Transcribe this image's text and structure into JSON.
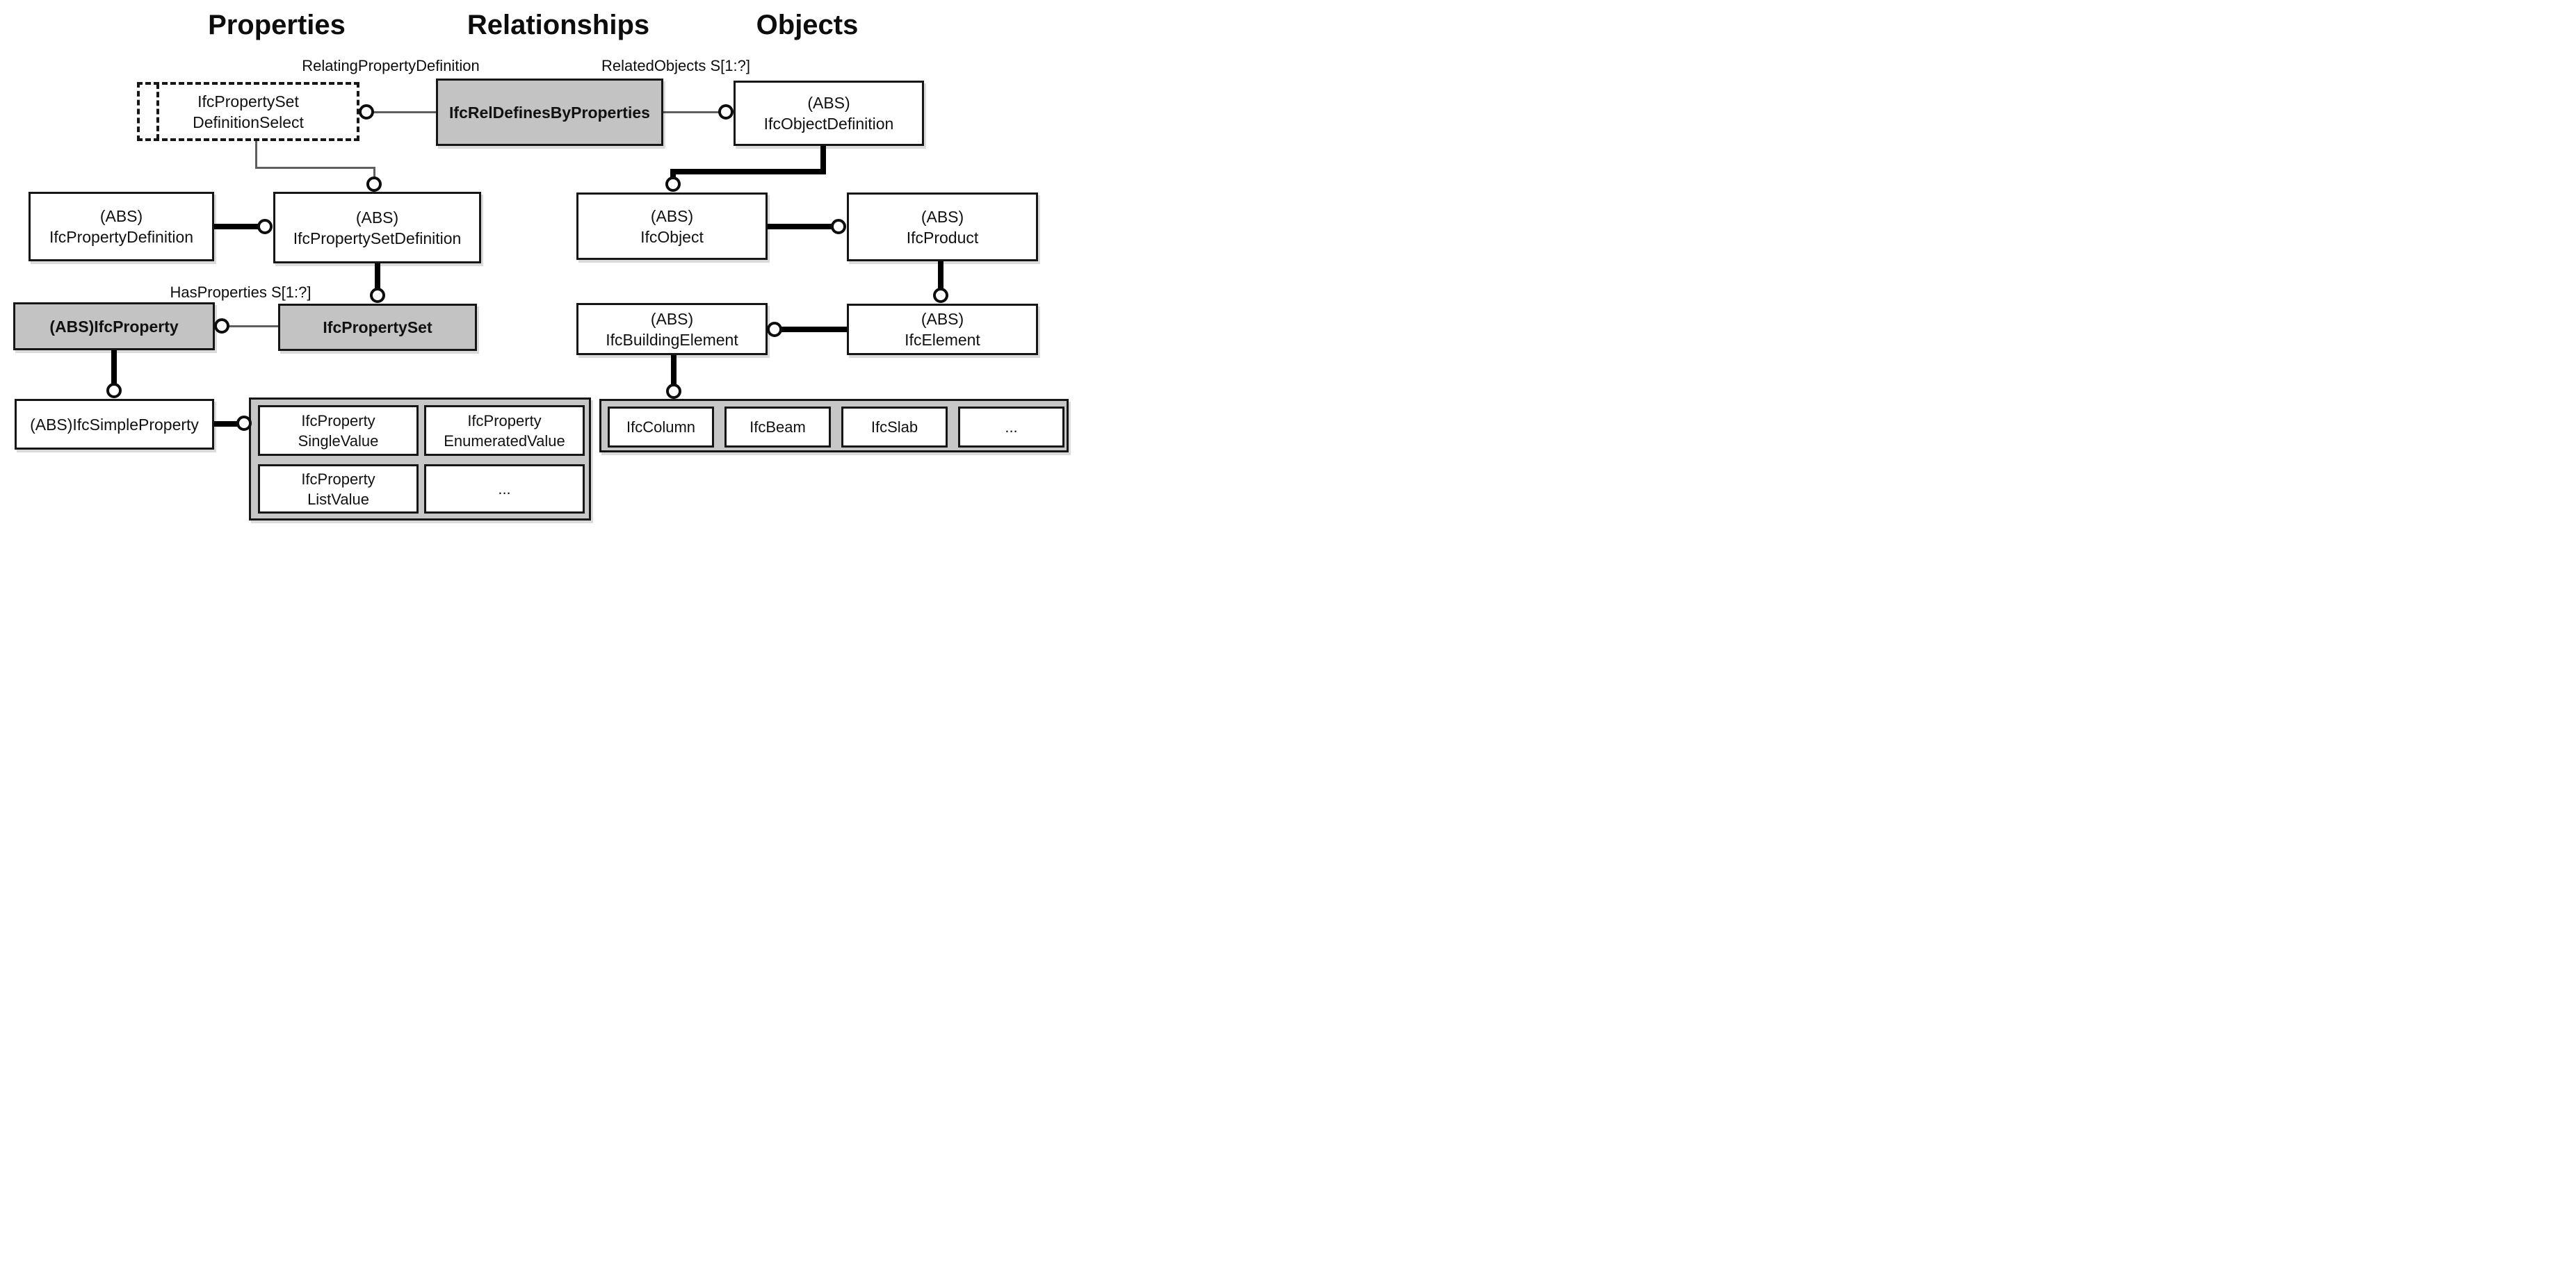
{
  "headers": [
    {
      "label": "Properties"
    },
    {
      "label": "Relationships"
    },
    {
      "label": "Objects"
    }
  ],
  "edge_labels": {
    "relating_property_definition": "RelatingPropertyDefinition",
    "related_objects": "RelatedObjects S[1:?]",
    "has_properties": "HasProperties S[1:?]"
  },
  "nodes": {
    "property_set_definition_select": {
      "line1": "IfcPropertySet",
      "line2": "DefinitionSelect"
    },
    "rel_defines_by_properties": {
      "label": "IfcRelDefinesByProperties"
    },
    "object_definition": {
      "line1": "(ABS)",
      "line2": "IfcObjectDefinition"
    },
    "property_definition": {
      "line1": "(ABS)",
      "line2": "IfcPropertyDefinition"
    },
    "property_set_definition": {
      "line1": "(ABS)",
      "line2": "IfcPropertySetDefinition"
    },
    "property": {
      "label": "(ABS)IfcProperty"
    },
    "property_set": {
      "label": "IfcPropertySet"
    },
    "simple_property": {
      "label": "(ABS)IfcSimpleProperty"
    },
    "object": {
      "line1": "(ABS)",
      "line2": "IfcObject"
    },
    "product": {
      "line1": "(ABS)",
      "line2": "IfcProduct"
    },
    "building_element": {
      "line1": "(ABS)",
      "line2": "IfcBuildingElement"
    },
    "element": {
      "line1": "(ABS)",
      "line2": "IfcElement"
    }
  },
  "property_value_types": [
    {
      "line1": "IfcProperty",
      "line2": "SingleValue"
    },
    {
      "line1": "IfcProperty",
      "line2": "EnumeratedValue"
    },
    {
      "line1": "IfcProperty",
      "line2": "ListValue"
    },
    {
      "label": "..."
    }
  ],
  "building_element_types": [
    {
      "label": "IfcColumn"
    },
    {
      "label": "IfcBeam"
    },
    {
      "label": "IfcSlab"
    },
    {
      "label": "..."
    }
  ],
  "colors": {
    "background": "#ffffff",
    "node_fill_gray": "#c3c3c3",
    "container_fill": "#c7c7c7",
    "box_border": "#161616",
    "thin_line": "#5f5f5f",
    "thick_line": "#000000"
  }
}
